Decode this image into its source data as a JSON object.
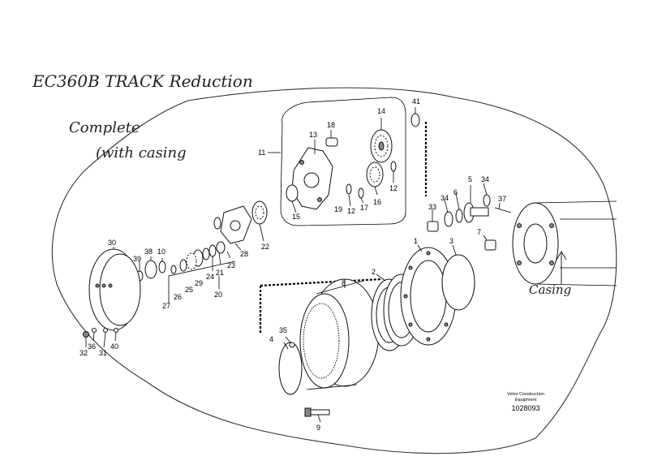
{
  "annotations": {
    "title": "EC360B TRACK Reduction",
    "note_line1": "Complete",
    "note_line2": "(with casing",
    "casing_label": "Casing"
  },
  "stamp": {
    "brand_line1": "Volvo Construction",
    "brand_line2": "Equipment",
    "drawing_number": "1028093"
  },
  "callouts": {
    "c1": "1",
    "c2": "2",
    "c3": "3",
    "c4": "4",
    "c5": "5",
    "c6": "6",
    "c7": "7",
    "c8": "8",
    "c9": "9",
    "c10": "10",
    "c11": "11",
    "c12a": "12",
    "c12b": "12",
    "c13": "13",
    "c14": "14",
    "c15": "15",
    "c16": "16",
    "c17": "17",
    "c18": "18",
    "c19": "19",
    "c20": "20",
    "c21": "21",
    "c22": "22",
    "c23": "23",
    "c24": "24",
    "c25": "25",
    "c26": "26",
    "c27": "27",
    "c28": "28",
    "c29": "29",
    "c30": "30",
    "c31": "31",
    "c32": "32",
    "c33": "33",
    "c34a": "34",
    "c34b": "34",
    "c35": "35",
    "c36": "36",
    "c37": "37",
    "c38": "38",
    "c39": "39",
    "c40": "40",
    "c41": "41"
  }
}
